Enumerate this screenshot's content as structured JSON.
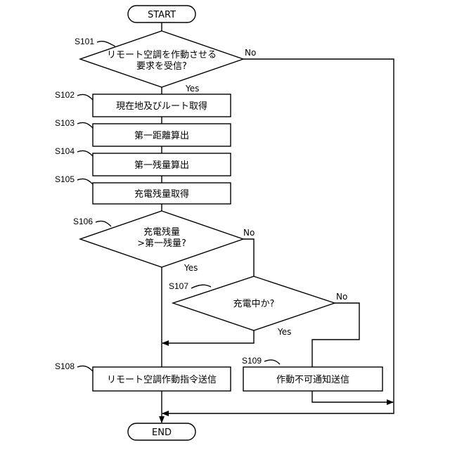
{
  "terminals": {
    "start": "START",
    "end": "END"
  },
  "steps": {
    "s101": {
      "id": "S101",
      "line1": "リモート空調を作動させる",
      "line2": "要求を受信?"
    },
    "s102": {
      "id": "S102",
      "label": "現在地及びルート取得"
    },
    "s103": {
      "id": "S103",
      "label": "第一距離算出"
    },
    "s104": {
      "id": "S104",
      "label": "第一残量算出"
    },
    "s105": {
      "id": "S105",
      "label": "充電残量取得"
    },
    "s106": {
      "id": "S106",
      "line1": "充電残量",
      "line2": ">第一残量?"
    },
    "s107": {
      "id": "S107",
      "label": "充電中か?"
    },
    "s108": {
      "id": "S108",
      "label": "リモート空調作動指令送信"
    },
    "s109": {
      "id": "S109",
      "label": "作動不可通知送信"
    }
  },
  "branches": {
    "yes": "Yes",
    "no": "No"
  }
}
